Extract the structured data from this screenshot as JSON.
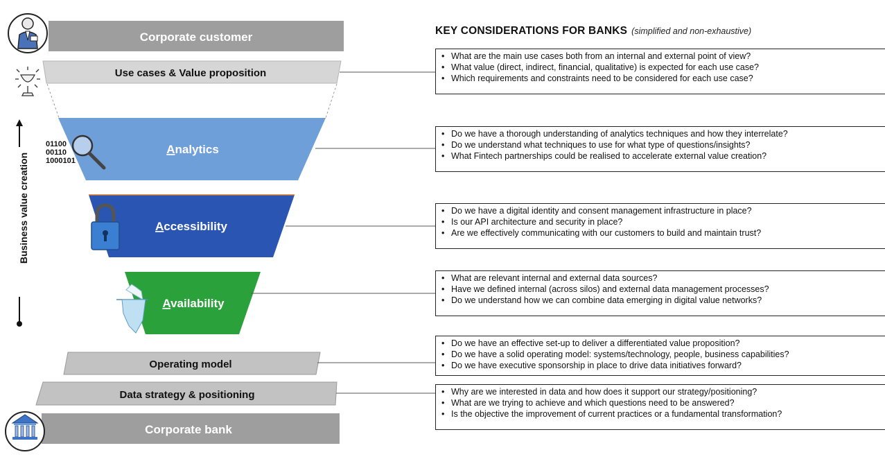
{
  "header": {
    "title": "KEY CONSIDERATIONS FOR BANKS",
    "subtitle": "(simplified and non-exhaustive)"
  },
  "axis": {
    "label": "Business value creation"
  },
  "colors": {
    "grey_band": "#9e9e9e",
    "light_band": "#d6d6d6",
    "analytics": "#6f9fd8",
    "accessibility": "#2b55b2",
    "availability": "#2aa13a"
  },
  "funnel": {
    "corporate_customer": {
      "label": "Corporate customer"
    },
    "use_cases": {
      "label": "Use cases & Value proposition"
    },
    "analytics": {
      "first_letter": "A",
      "rest": "nalytics"
    },
    "accessibility": {
      "first_letter": "A",
      "rest": "ccessibility"
    },
    "availability": {
      "first_letter": "A",
      "rest": "vailability"
    },
    "operating_model": {
      "label": "Operating model"
    },
    "data_strategy": {
      "label": "Data strategy & positioning"
    },
    "corporate_bank": {
      "label": "Corporate bank"
    }
  },
  "icons": {
    "binary_lines": [
      "01100",
      "00110",
      "1000101"
    ]
  },
  "considerations": {
    "use_cases": [
      "What are the main use cases both from an internal and external point of view?",
      "What value (direct, indirect, financial, qualitative) is expected for each use case?",
      "Which requirements and constraints need to be considered for each use case?"
    ],
    "analytics": [
      "Do we have a thorough understanding of analytics techniques and how they interrelate?",
      "Do we understand what techniques to use for what type of questions/insights?",
      "What Fintech partnerships could be realised to accelerate  external value creation?"
    ],
    "accessibility": [
      "Do we have a digital identity and consent management infrastructure in place?",
      "Is our API architecture and security in place?",
      "Are we effectively communicating with our customers to build and maintain trust?"
    ],
    "availability": [
      "What are relevant internal and external data sources?",
      "Have we defined internal (across silos) and external data management processes?",
      "Do we understand how we can combine data emerging in digital value networks?"
    ],
    "operating_model": [
      "Do we have an effective set-up to deliver a differentiated value proposition?",
      "Do we have a solid operating model: systems/technology, people, business capabilities?",
      "Do we have executive sponsorship in place to drive data initiatives forward?"
    ],
    "data_strategy": [
      "Why are we interested in data and how does it support our strategy/positioning?",
      "What are we trying to achieve and which questions need to be answered?",
      "Is the objective the improvement of current practices or a fundamental transformation?"
    ]
  }
}
